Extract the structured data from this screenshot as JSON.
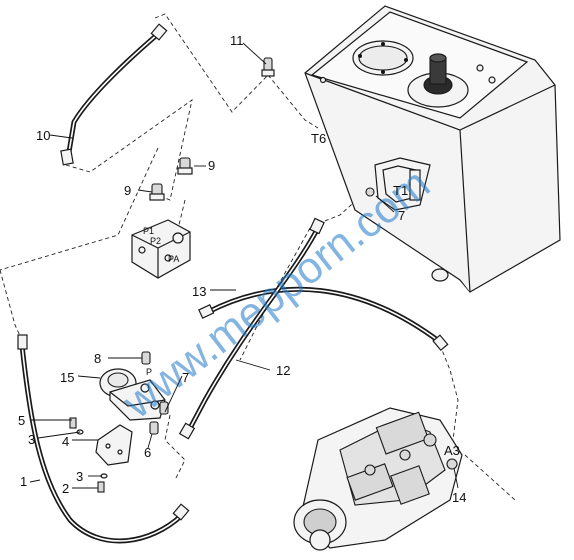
{
  "callouts": {
    "c1": "1",
    "c2": "2",
    "c3a": "3",
    "c3b": "3",
    "c4": "4",
    "c5": "5",
    "c6": "6",
    "c7a": "7",
    "c7b": "7",
    "c8": "8",
    "c9a": "9",
    "c9b": "9",
    "c10": "10",
    "c11": "11",
    "c12": "12",
    "c13": "13",
    "c14": "14",
    "c15": "15",
    "t6": "T6",
    "t1": "T1",
    "a3": "A3"
  },
  "ports": {
    "p1": "P1",
    "p2": "P2",
    "pa": "PA",
    "p": "P"
  },
  "watermark": "www.mepporn.com"
}
